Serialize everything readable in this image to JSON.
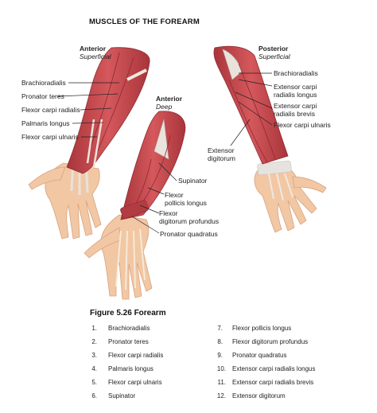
{
  "title": "MUSCLES OF THE FOREARM",
  "views": [
    {
      "heading": "Anterior",
      "subheading": "Superficial"
    },
    {
      "heading": "Anterior",
      "subheading": "Deep"
    },
    {
      "heading": "Posterior",
      "subheading": "Superficial"
    }
  ],
  "labels": {
    "anterior_superficial": [
      "Brachioradialis",
      "Pronator teres",
      "Flexor carpi radialis",
      "Palmaris longus",
      "Flexor carpi ulnaris"
    ],
    "anterior_deep": [
      "Supinator",
      "Flexor",
      "pollicis longus",
      "Flexor",
      "digitorum profundus",
      "Pronator quadratus"
    ],
    "posterior_superficial": [
      "Brachioradialis",
      "Extensor carpi",
      "radialis longus",
      "Extensor carpi",
      "radialis brevis",
      "Flexor carpi ulnaris",
      "Extensor",
      "digitorum"
    ]
  },
  "caption": "Figure 5.26 Forearm",
  "legend": [
    {
      "num": "1.",
      "name": "Brachioradialis"
    },
    {
      "num": "2.",
      "name": "Pronator teres"
    },
    {
      "num": "3.",
      "name": "Flexor carpi radialis"
    },
    {
      "num": "4.",
      "name": "Palmaris longus"
    },
    {
      "num": "5.",
      "name": "Flexor carpi ulnaris"
    },
    {
      "num": "6.",
      "name": "Supinator"
    },
    {
      "num": "7.",
      "name": "Flexor pollicis longus"
    },
    {
      "num": "8.",
      "name": "Flexor digitorum profundus"
    },
    {
      "num": "9.",
      "name": "Pronator quadratus"
    },
    {
      "num": "10.",
      "name": "Extensor carpi radialis longus"
    },
    {
      "num": "11.",
      "name": "Extensor carpi radialis brevis"
    },
    {
      "num": "12.",
      "name": "Extensor digitorum"
    }
  ],
  "colors": {
    "muscle": "#c9484d",
    "muscle_dark": "#9e2f35",
    "skin": "#f2c7a4",
    "tendon": "#e6e3df",
    "bone": "#f4e8d6"
  }
}
